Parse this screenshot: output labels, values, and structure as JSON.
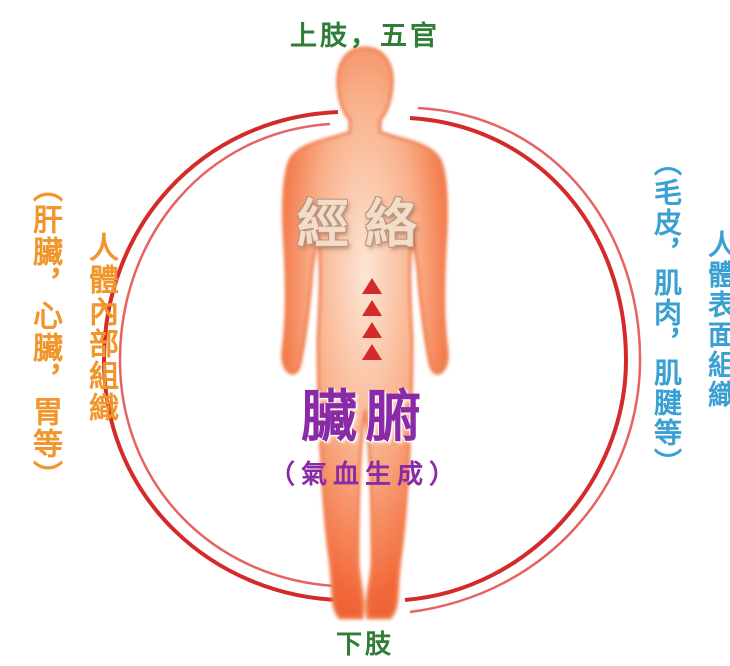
{
  "labels": {
    "top": "上肢，五官",
    "bottom": "下肢",
    "left_outer": "（肝臟，心臟，胃等）",
    "left_inner": "人體內部組織",
    "right_outer": "（毛皮，肌肉，肌腱等）",
    "right_inner": "人體表面組織",
    "meridian": "經絡",
    "organs": "臟腑",
    "qi_blood": "（氣血生成）"
  },
  "colors": {
    "green_text": "#2f7d36",
    "orange_text": "#f0962c",
    "blue_text": "#3aa0d2",
    "purple_text": "#8a2aa6",
    "circle_red": "#d42a2a",
    "body_orange": "#f26a3a",
    "body_glow": "#fde6d6"
  },
  "icons": [
    "human-body-silhouette",
    "circulation-ring",
    "upward-arrow"
  ]
}
